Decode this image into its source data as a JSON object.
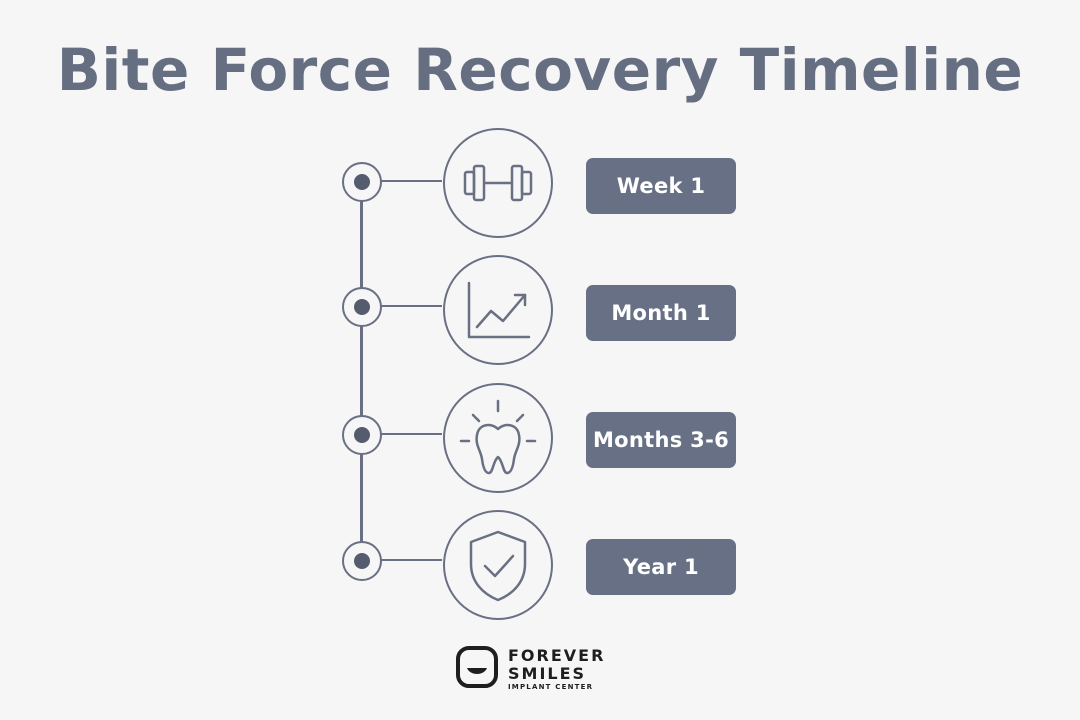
{
  "title": "Bite Force Recovery Timeline",
  "colors": {
    "accent": "#687085",
    "line": "#6a7083",
    "background": "#f6f6f6",
    "label_text": "#ffffff"
  },
  "stages": [
    {
      "label": "Week 1",
      "icon": "dumbbell-icon"
    },
    {
      "label": "Month 1",
      "icon": "growth-chart-icon"
    },
    {
      "label": "Months 3-6",
      "icon": "tooth-icon"
    },
    {
      "label": "Year 1",
      "icon": "shield-check-icon"
    }
  ],
  "logo": {
    "line1": "FOREVER",
    "line2": "SMILES",
    "line3": "IMPLANT CENTER"
  }
}
